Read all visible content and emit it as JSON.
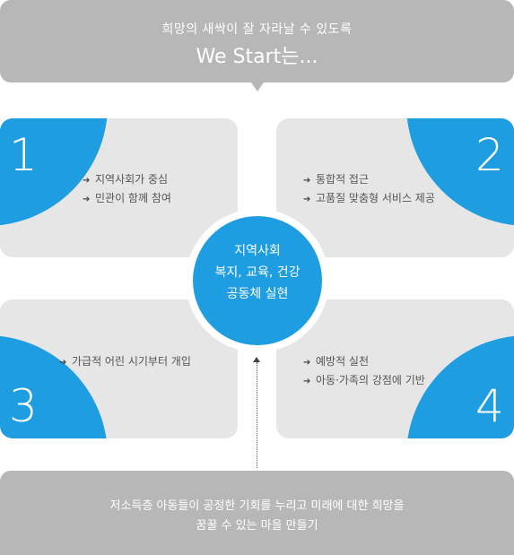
{
  "banner": {
    "line1": "희망의 새싹이 잘 자라날 수 있도록",
    "line2": "We Start는..."
  },
  "quadrants": [
    {
      "number": "1",
      "items": [
        "지역사회가 중심",
        "민관이 함께 참여"
      ]
    },
    {
      "number": "2",
      "items": [
        "통합적 접근",
        "고품질 맞춤형 서비스 제공"
      ]
    },
    {
      "number": "3",
      "items": [
        "가급적 어린 시기부터 개입"
      ]
    },
    {
      "number": "4",
      "items": [
        "예방적 실천",
        "아동·가족의 강점에 기반"
      ]
    }
  ],
  "center": {
    "line1": "지역사회",
    "line2": "복지, 교육, 건강",
    "line3": "공동체 실현"
  },
  "footer": {
    "line1": "저소득층 아동들이 공정한 기회를 누리고 미래에 대한 희망을",
    "line2": "꿈꿀 수 있는 마을 만들기"
  },
  "arrow_glyph": "➔",
  "colors": {
    "accent": "#1e9ee0",
    "panel": "#e6e6e6",
    "banner": "#b7b7b7"
  }
}
